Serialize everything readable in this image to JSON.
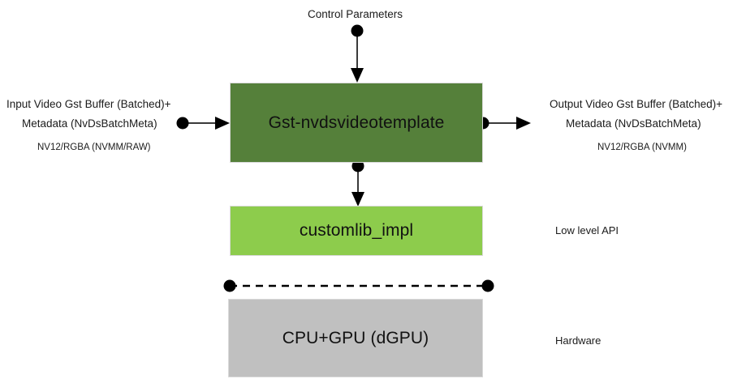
{
  "diagram": {
    "title_text": "Control Parameters",
    "blocks": [
      {
        "id": "gst-nvdsvideotemplate",
        "label": "Gst-nvdsvideotemplate",
        "color": "#55803a"
      },
      {
        "id": "customlib-impl",
        "label": "customlib_impl",
        "color": "#8dcc4c"
      },
      {
        "id": "cpu-gpu",
        "label": "CPU+GPU (dGPU)",
        "color": "#c0c0c0"
      }
    ],
    "input": {
      "line1": "Input Video Gst Buffer (Batched)+",
      "line2": "Metadata (NvDsBatchMeta)",
      "format": "NV12/RGBA (NVMM/RAW)"
    },
    "output": {
      "line1": "Output Video Gst Buffer (Batched)+",
      "line2": "Metadata (NvDsBatchMeta)",
      "format": "NV12/RGBA (NVMM)"
    },
    "side_labels": {
      "low_level_api": "Low level API",
      "hardware": "Hardware"
    },
    "colors": {
      "dark_green": "#55803a",
      "light_green": "#8dcc4c",
      "gray": "#c0c0c0",
      "connector": "#000000",
      "text": "#1b1b1b"
    }
  }
}
